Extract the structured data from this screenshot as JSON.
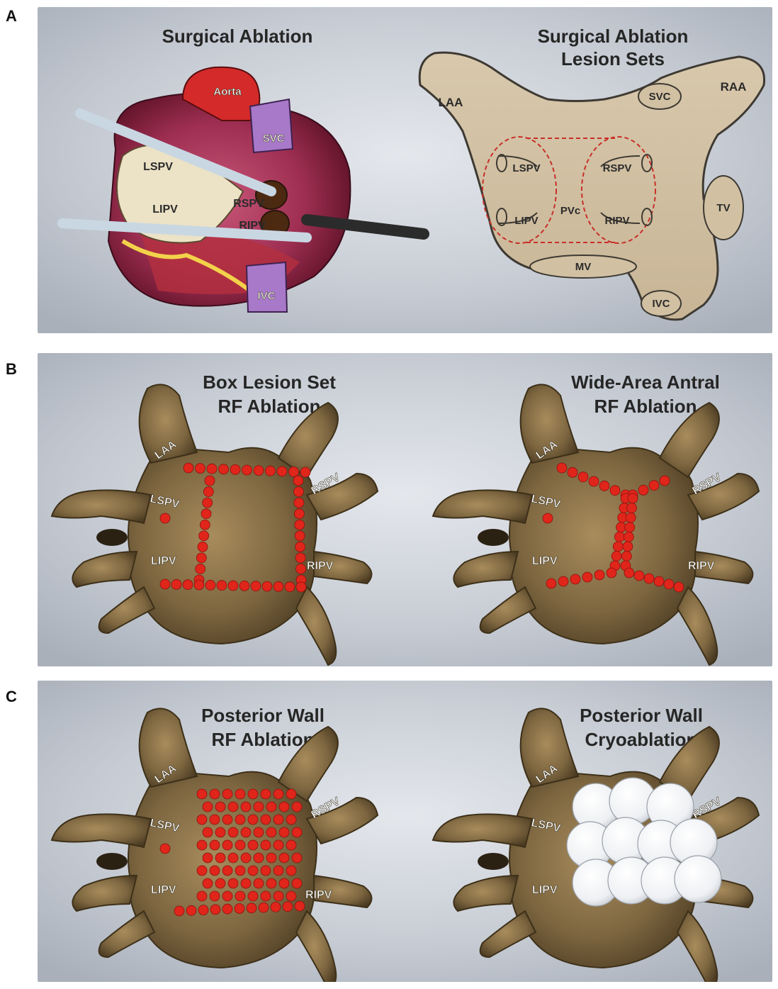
{
  "panels": [
    {
      "letter": "A",
      "left_title": "Surgical Ablation",
      "right_title_line1": "Surgical Ablation",
      "right_title_line2": "Lesion Sets",
      "heart_labels": {
        "aorta": "Aorta",
        "svc": "SVC",
        "lspv": "LSPV",
        "lipv": "LIPV",
        "rspv": "RSPV",
        "ripv": "RIPV",
        "ivc": "IVC"
      },
      "map_labels": {
        "laa": "LAA",
        "svc": "SVC",
        "raa": "RAA",
        "lspv": "LSPV",
        "rspv": "RSPV",
        "lipv": "LIPV",
        "ripv": "RIPV",
        "pvc": "PVc",
        "tv": "TV",
        "mv": "MV",
        "ivc": "IVC"
      }
    },
    {
      "letter": "B",
      "left_title_line1": "Box Lesion Set",
      "left_title_line2": "RF Ablation",
      "right_title_line1": "Wide-Area Antral",
      "right_title_line2": "RF Ablation"
    },
    {
      "letter": "C",
      "left_title_line1": "Posterior Wall",
      "left_title_line2": "RF Ablation",
      "right_title_line1": "Posterior Wall",
      "right_title_line2": "Cryoablation"
    }
  ],
  "atrium_labels": {
    "laa": "LAA",
    "lspv": "LSPV",
    "lipv": "LIPV",
    "rspv": "RSPV",
    "ripv": "RIPV"
  },
  "colors": {
    "lesion": "#e0251b",
    "atrium": "#8a7148",
    "panel_bg": "#c9ced6",
    "cryo": "#f7f8fa",
    "lesion_line": "#c8302a"
  }
}
